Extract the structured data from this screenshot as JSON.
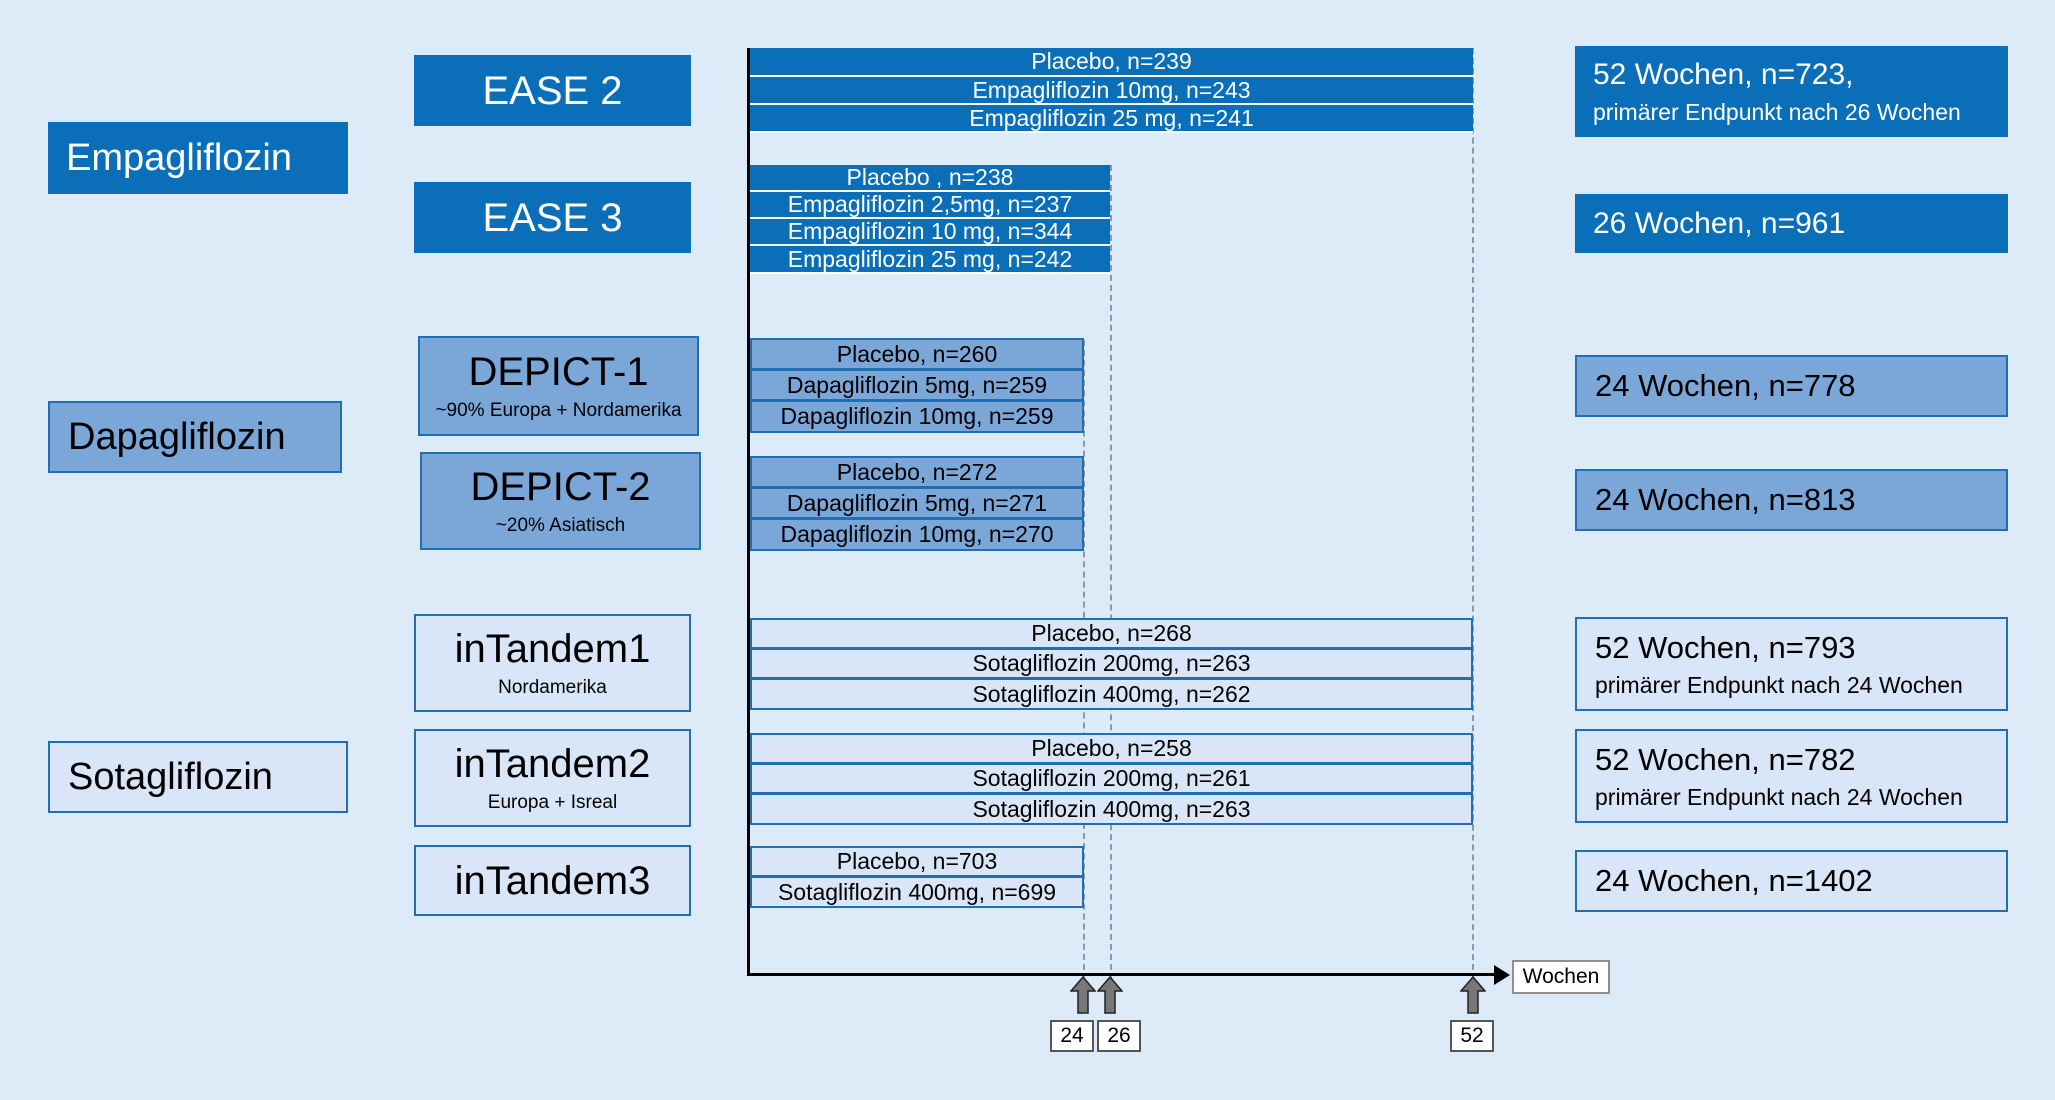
{
  "drugs": {
    "empagliflozin": "Empagliflozin",
    "dapagliflozin": "Dapagliflozin",
    "sotagliflozin": "Sotagliflozin"
  },
  "trials": {
    "ease2": {
      "name": "EASE 2"
    },
    "ease3": {
      "name": "EASE 3"
    },
    "depict1": {
      "name": "DEPICT-1",
      "sub": "~90% Europa + Nordamerika"
    },
    "depict2": {
      "name": "DEPICT-2",
      "sub": "~20% Asiatisch"
    },
    "intandem1": {
      "name": "inTandem1",
      "sub": "Nordamerika"
    },
    "intandem2": {
      "name": "inTandem2",
      "sub": "Europa + Isreal"
    },
    "intandem3": {
      "name": "inTandem3"
    }
  },
  "arms": {
    "ease2": [
      "Placebo, n=239",
      "Empagliflozin 10mg, n=243",
      "Empagliflozin 25 mg, n=241"
    ],
    "ease3": [
      "Placebo , n=238",
      "Empagliflozin  2,5mg, n=237",
      "Empagliflozin  10 mg, n=344",
      "Empagliflozin  25 mg, n=242"
    ],
    "depict1": [
      "Placebo, n=260",
      "Dapagliflozin 5mg, n=259",
      "Dapagliflozin 10mg, n=259"
    ],
    "depict2": [
      "Placebo, n=272",
      "Dapagliflozin 5mg, n=271",
      "Dapagliflozin 10mg, n=270"
    ],
    "intandem1": [
      "Placebo, n=268",
      "Sotagliflozin 200mg, n=263",
      "Sotagliflozin 400mg, n=262"
    ],
    "intandem2": [
      "Placebo, n=258",
      "Sotagliflozin 200mg, n=261",
      "Sotagliflozin 400mg, n=263"
    ],
    "intandem3": [
      "Placebo, n=703",
      "Sotagliflozin 400mg, n=699"
    ]
  },
  "results": {
    "ease2": {
      "main": "52 Wochen, n=723,",
      "sub": "primärer Endpunkt nach 26 Wochen"
    },
    "ease3": {
      "main": "26 Wochen, n=961"
    },
    "depict1": {
      "main": "24 Wochen, n=778"
    },
    "depict2": {
      "main": "24 Wochen, n=813"
    },
    "intandem1": {
      "main": "52 Wochen, n=793",
      "sub": "primärer Endpunkt nach 24 Wochen"
    },
    "intandem2": {
      "main": "52 Wochen, n=782",
      "sub": "primärer Endpunkt nach 24 Wochen"
    },
    "intandem3": {
      "main": "24 Wochen, n=1402"
    }
  },
  "axis": {
    "label": "Wochen",
    "ticks": [
      "24",
      "26",
      "52"
    ]
  },
  "colors": {
    "background": "#ddeaf7",
    "empagliflozin": "#0a6fb8",
    "dapagliflozin": "#7ba6d8",
    "sotagliflozin": "#d8e6f7",
    "border": "#1f6fb2"
  }
}
